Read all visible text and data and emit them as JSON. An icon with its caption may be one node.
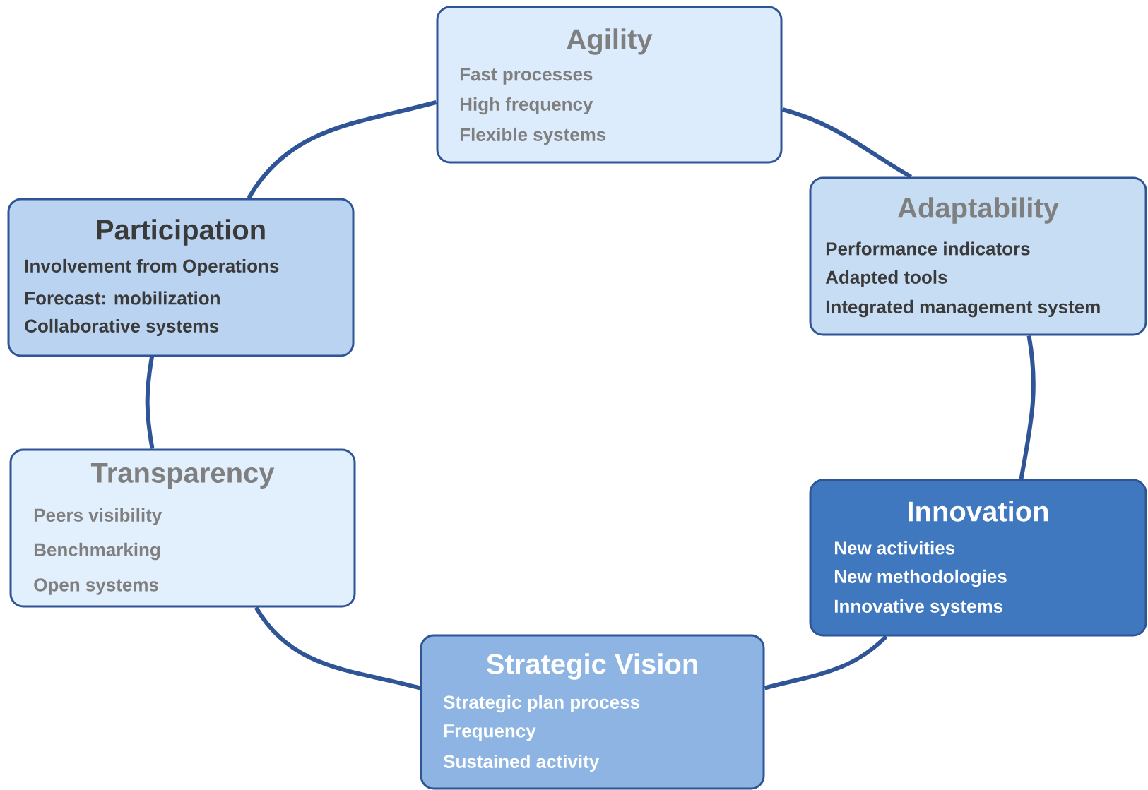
{
  "diagram": {
    "nodes": [
      {
        "text": [
          "Agility",
          "Fast processes",
          "High frequency",
          "Flexible systems"
        ]
      },
      {
        "text": [
          "Participation",
          "Involvement from Operations",
          "Forecast: mobilization",
          "Collaborative systems"
        ]
      },
      {
        "text": [
          "Adaptability",
          "Performance indicators",
          "Adapted tools",
          "Integrated management system"
        ]
      },
      {
        "text": [
          "Transparency",
          "Peers visibility",
          "Benchmarking",
          "Open systems"
        ]
      },
      {
        "text": [
          "Innovation",
          "New activities",
          "New methodologies",
          "Innovative systems"
        ]
      },
      {
        "text": [
          "Strategic Vision",
          "Strategic plan process",
          "Frequency",
          "Sustained activity"
        ]
      }
    ],
    "edges": [
      {
        "from": 0,
        "to": 2,
        "arrow": "none"
      },
      {
        "from": 2,
        "to": 4,
        "arrow": "none"
      },
      {
        "from": 4,
        "to": 5,
        "arrow": "none"
      },
      {
        "from": 5,
        "to": 3,
        "arrow": "none"
      },
      {
        "from": 3,
        "to": 1,
        "arrow": "none"
      },
      {
        "from": 1,
        "to": 0,
        "arrow": "none"
      }
    ]
  }
}
